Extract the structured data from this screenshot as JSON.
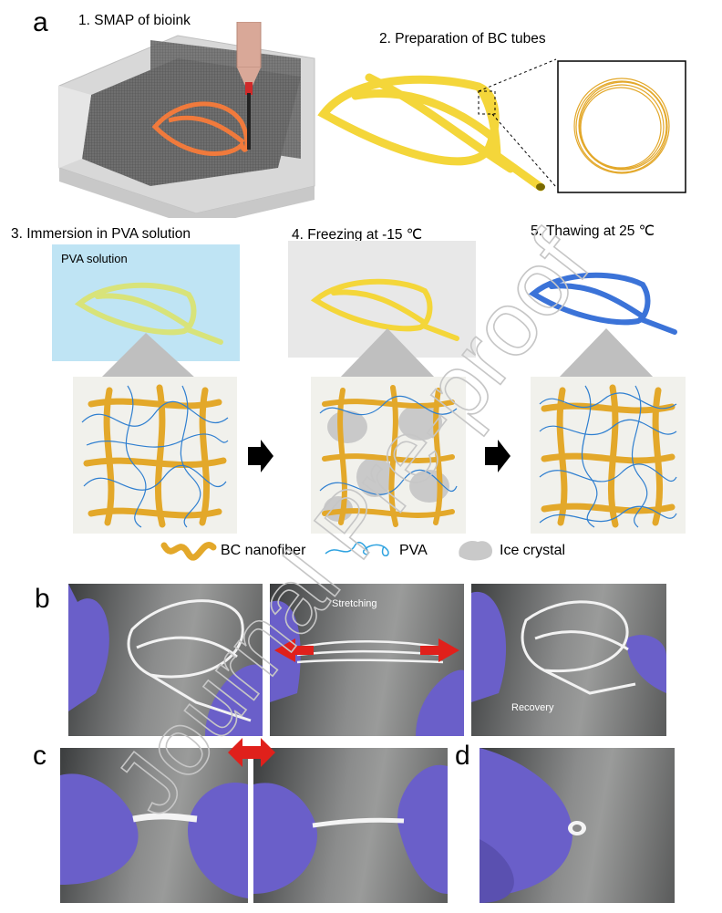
{
  "panel_a": {
    "letter": "a",
    "step1": "1. SMAP of bioink",
    "step2": "2. Preparation of BC tubes",
    "step3": "3. Immersion in PVA solution",
    "step4": "4. Freezing at -15 ℃",
    "step5": "5. Thawing at 25 ℃",
    "pva_box_label": "PVA solution",
    "legend": {
      "bc": "BC nanofiber",
      "pva": "PVA",
      "ice": "Ice crystal"
    }
  },
  "panel_b": {
    "letter": "b",
    "stretching_label": "Stretching",
    "recovery_label": "Recovery"
  },
  "panel_c": {
    "letter": "c"
  },
  "panel_d": {
    "letter": "d"
  },
  "watermark": "Journal Pre-proof",
  "colors": {
    "bioink": "#f07a3c",
    "bc_tube": "#f4d63a",
    "pva_tube": "#d8e37a",
    "thawed_tube": "#3b73d8",
    "bc_fiber": "#e3a82a",
    "pva_chain": "#2f7fd0",
    "ice": "#c9c9c9",
    "glove": "#6a5fc9",
    "arrow": "#e0201b"
  }
}
